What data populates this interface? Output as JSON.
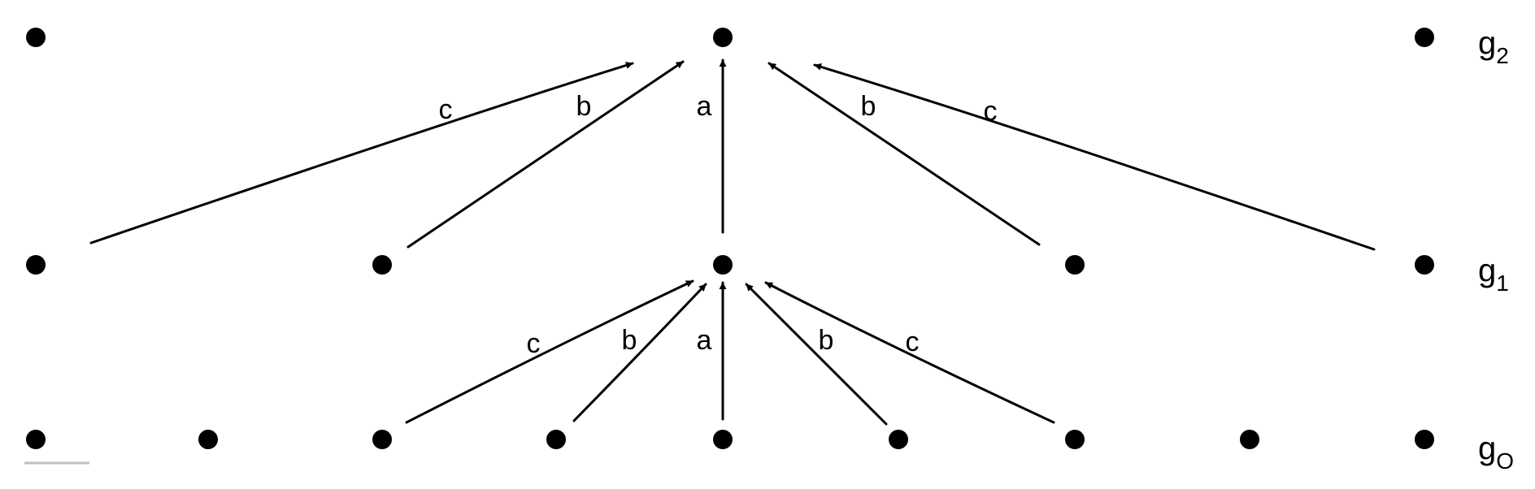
{
  "diagram": {
    "levels": [
      {
        "id": "g2",
        "base": "g",
        "sub": "2"
      },
      {
        "id": "g1",
        "base": "g",
        "sub": "1"
      },
      {
        "id": "g0",
        "base": "g",
        "sub": "O"
      }
    ],
    "edges": [
      {
        "id": "a-upper",
        "label": "a",
        "from": "g1-center",
        "to": "g2-center"
      },
      {
        "id": "b-upper-left",
        "label": "b",
        "from": "g1-left",
        "to": "g2-center"
      },
      {
        "id": "c-upper-left",
        "label": "c",
        "from": "g1-far-left",
        "to": "g2-center"
      },
      {
        "id": "b-upper-right",
        "label": "b",
        "from": "g1-right",
        "to": "g2-center"
      },
      {
        "id": "c-upper-right",
        "label": "c",
        "from": "g1-far-right",
        "to": "g2-center"
      },
      {
        "id": "a-lower",
        "label": "a",
        "from": "g0-center",
        "to": "g1-center"
      },
      {
        "id": "b-lower-left",
        "label": "b",
        "from": "g0-left",
        "to": "g1-center"
      },
      {
        "id": "c-lower-left",
        "label": "c",
        "from": "g0-far-left",
        "to": "g1-center"
      },
      {
        "id": "b-lower-right",
        "label": "b",
        "from": "g0-right",
        "to": "g1-center"
      },
      {
        "id": "c-lower-right",
        "label": "c",
        "from": "g0-far-right",
        "to": "g1-center"
      }
    ],
    "colors": {
      "ink": "#000000",
      "background": "#ffffff"
    }
  }
}
